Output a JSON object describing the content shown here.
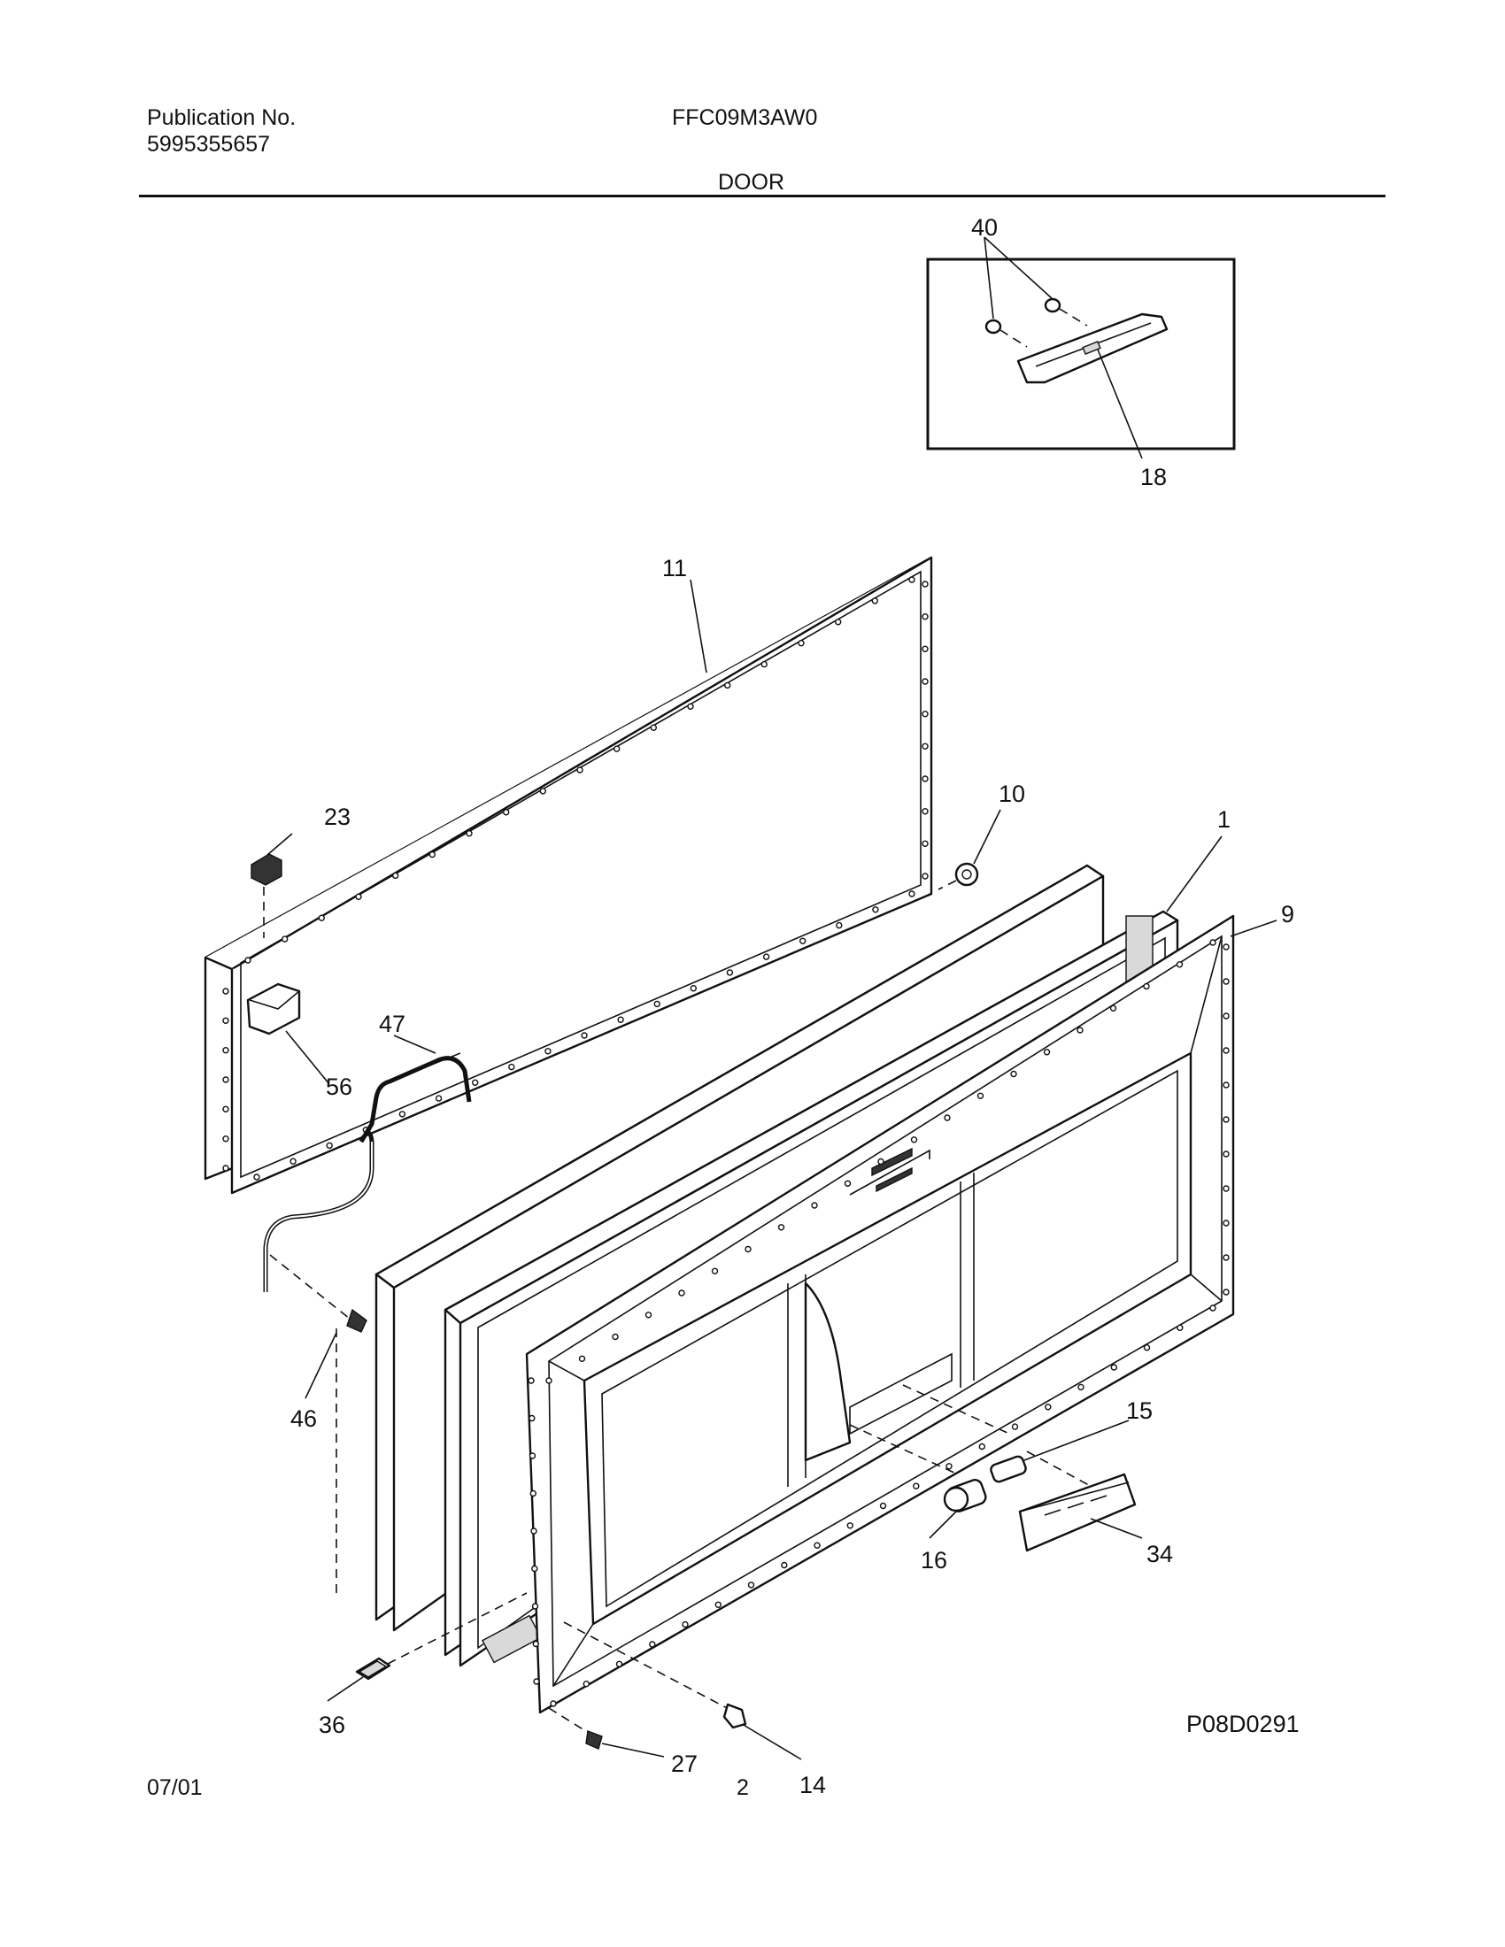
{
  "header": {
    "publication_label": "Publication No.",
    "publication_number": "5995355657",
    "model_number": "FFC09M3AW0",
    "section_title": "DOOR"
  },
  "diagram": {
    "drawing_code": "P08D0291",
    "callouts": {
      "c1": "1",
      "c9": "9",
      "c10": "10",
      "c11": "11",
      "c14": "14",
      "c15": "15",
      "c16": "16",
      "c18": "18",
      "c23": "23",
      "c27": "27",
      "c34": "34",
      "c36": "36",
      "c40": "40",
      "c46": "46",
      "c47": "47",
      "c56": "56"
    }
  },
  "footer": {
    "date": "07/01",
    "page_number": "2"
  }
}
